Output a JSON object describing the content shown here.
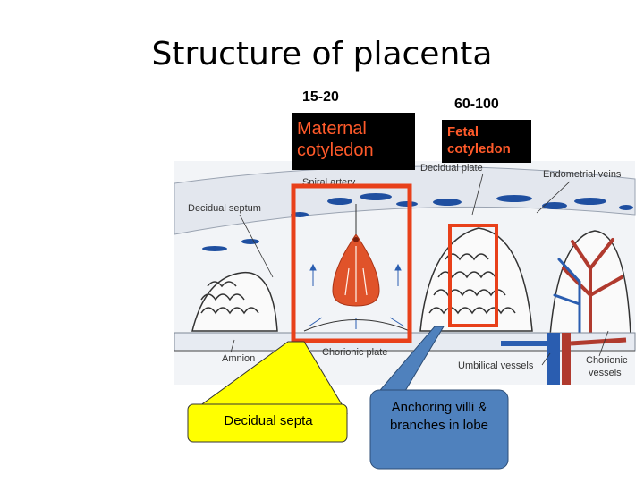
{
  "slide": {
    "title": "Structure of placenta"
  },
  "maternal": {
    "count": "15-20",
    "label_line1": "Maternal",
    "label_line2": "cotyledon"
  },
  "fetal": {
    "count": "60-100",
    "label_line1": "Fetal",
    "label_line2": "cotyledon"
  },
  "diagram_labels": {
    "decidual_plate": "Decidual plate",
    "endometrial_veins": "Endometrial veins",
    "spiral_artery": "Spiral artery",
    "decidual_septum": "Decidual septum",
    "amnion": "Amnion",
    "chorionic_plate": "Chorionic plate",
    "umbilical_vessels": "Umbilical vessels",
    "chorionic_vessels_1": "Chorionic",
    "chorionic_vessels_2": "vessels"
  },
  "callouts": {
    "decidual_septa": "Decidual septa",
    "anchoring_villi": "Anchoring villi & branches in lobe"
  },
  "colors": {
    "highlight_box": "#e8401a",
    "callout_yellow": "#ffff00",
    "callout_blue": "#4f81bd",
    "decidua_blue": "#1f4fa0",
    "maternal_blood": "#e0532a"
  }
}
